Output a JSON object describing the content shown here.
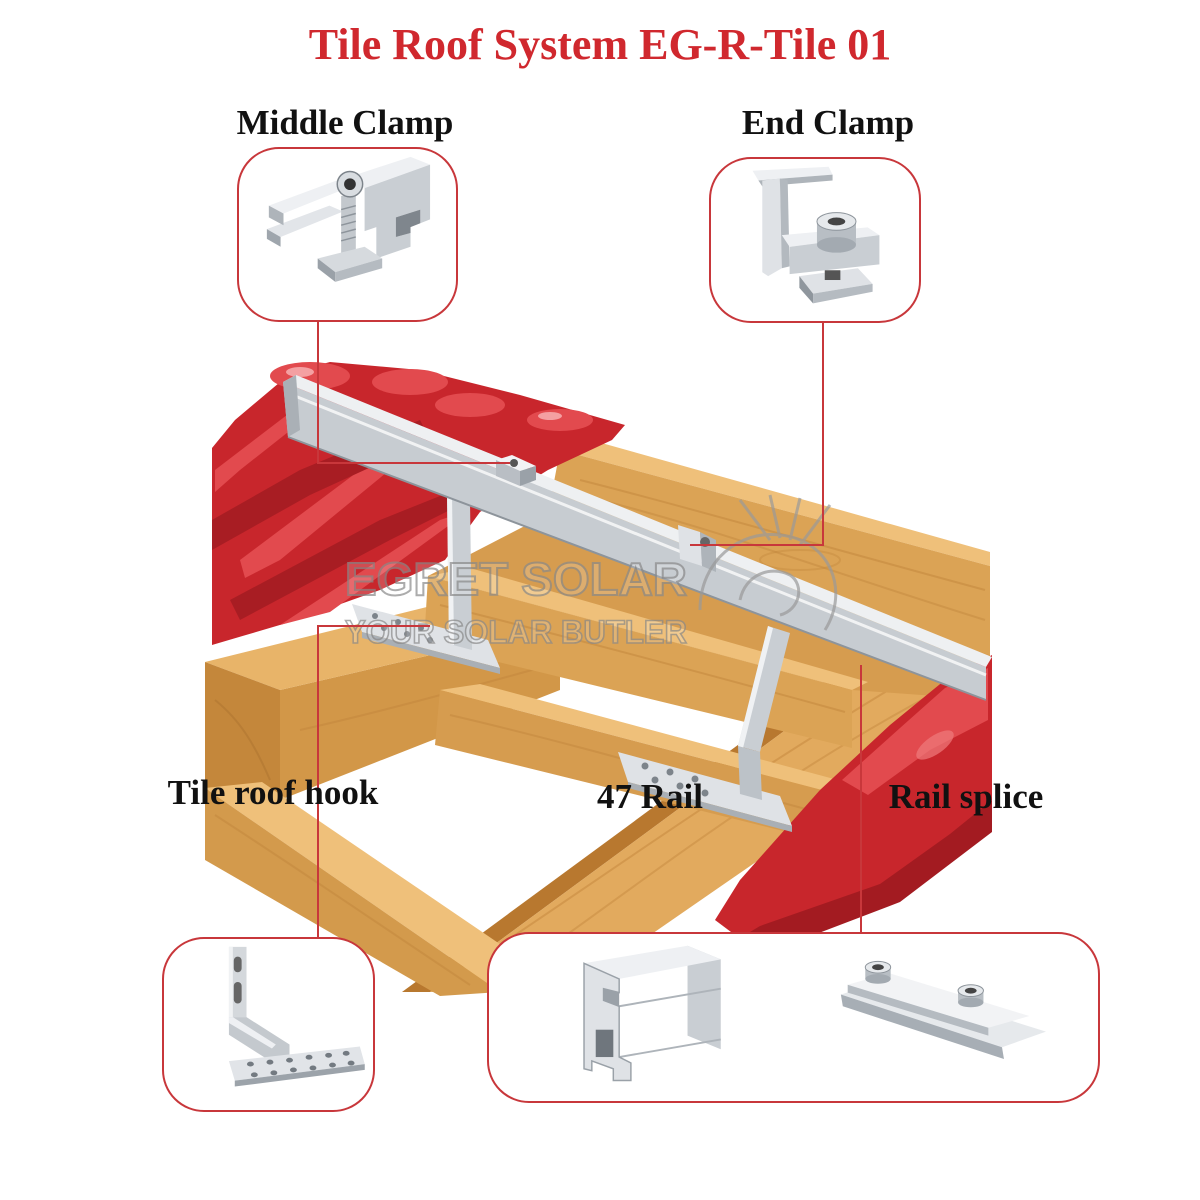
{
  "title": "Tile Roof System EG-R-Tile 01",
  "colors": {
    "title": "#d0282e",
    "callout_frame": "#c8373b",
    "roof_tile": "#c8262c",
    "wood": "#dba355",
    "aluminum": "#c9ced3"
  },
  "components": {
    "middle_clamp": {
      "label": "Middle Clamp",
      "icon": "middle-clamp-icon"
    },
    "end_clamp": {
      "label": "End Clamp",
      "icon": "end-clamp-icon"
    },
    "tile_roof_hook": {
      "label": "Tile roof hook",
      "icon": "tile-roof-hook-icon"
    },
    "rail": {
      "label": "47 Rail",
      "icon": "rail-icon"
    },
    "rail_splice": {
      "label": "Rail splice",
      "icon": "rail-splice-icon"
    }
  },
  "watermark": {
    "brand": "EGRET SOLAR",
    "tagline": "YOUR SOLAR BUTLER",
    "logo": "egret-logo-icon"
  }
}
